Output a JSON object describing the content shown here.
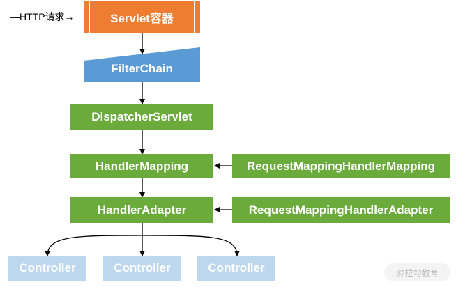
{
  "input_label": "—HTTP请求→",
  "nodes": {
    "servlet_container": "Servlet容器",
    "filter_chain": "FilterChain",
    "dispatcher_servlet": "DispatcherServlet",
    "handler_mapping": "HandlerMapping",
    "handler_adapter": "HandlerAdapter",
    "request_mapping_handler_mapping": "RequestMappingHandlerMapping",
    "request_mapping_handler_adapter": "RequestMappingHandlerAdapter",
    "controllers": [
      "Controller",
      "Controller",
      "Controller"
    ]
  },
  "colors": {
    "servlet_container": "#ef7d31",
    "filter_chain": "#5b9bd5",
    "component": "#6aab3c",
    "controller": "#bdd7ee",
    "arrow": "#000000"
  },
  "watermark": "@拉勾教育"
}
